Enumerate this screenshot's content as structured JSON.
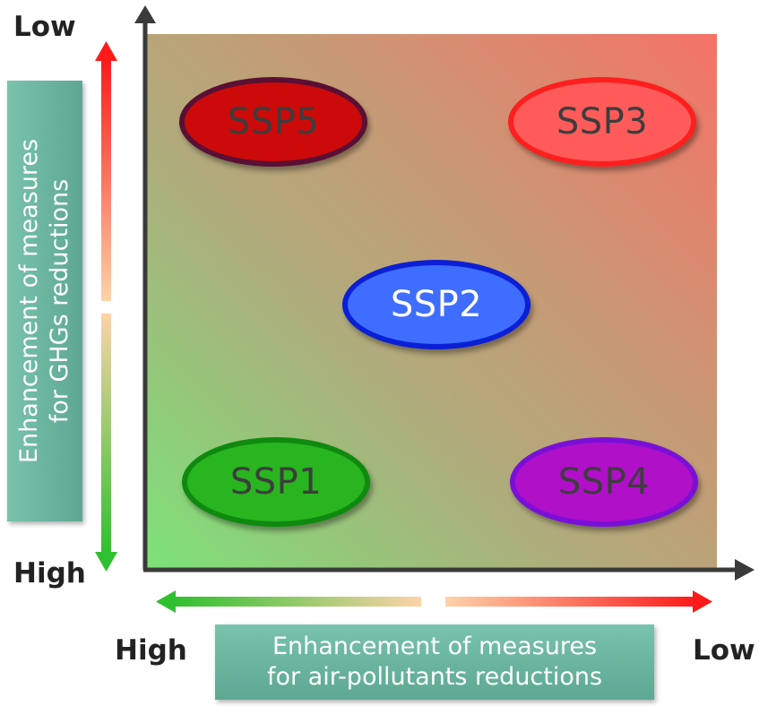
{
  "axes": {
    "y": {
      "top_label": "Low",
      "bottom_label": "High",
      "title_line1": "Enhancement of measures",
      "title_line2": "for GHGs reductions"
    },
    "x": {
      "left_label": "High",
      "right_label": "Low",
      "title_line1": "Enhancement of measures",
      "title_line2": "for air-pollutants reductions"
    }
  },
  "scenarios": {
    "ssp5": {
      "label": "SSP5",
      "fill": "#cc0a0a",
      "border": "#5a0f35",
      "text": "#3d3d3d"
    },
    "ssp3": {
      "label": "SSP3",
      "fill": "#ff5b5b",
      "border": "#ff1f1f",
      "text": "#3d3d3d"
    },
    "ssp2": {
      "label": "SSP2",
      "fill": "#3f6dff",
      "border": "#0a1fd6",
      "text": "#ffffff"
    },
    "ssp1": {
      "label": "SSP1",
      "fill": "#28b520",
      "border": "#0f8a0f",
      "text": "#3d3d3d"
    },
    "ssp4": {
      "label": "SSP4",
      "fill": "#b010c8",
      "border": "#7a10d8",
      "text": "#3d3d3d"
    }
  },
  "colors": {
    "arrow_low": "#ff1a1a",
    "arrow_mid": "#fdd3a8",
    "arrow_high": "#2ec02e",
    "axis": "#3a3a3a",
    "title_box": "#6cb59f"
  }
}
